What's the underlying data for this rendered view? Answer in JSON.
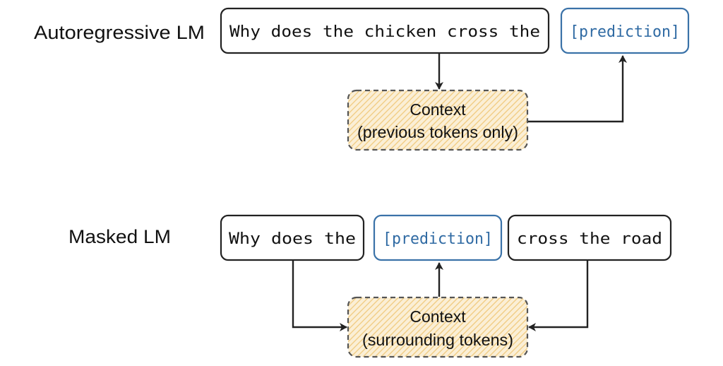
{
  "autoregressive": {
    "label": "Autoregressive LM",
    "input_text": "Why does the chicken cross the",
    "prediction": "[prediction]",
    "context_title": "Context",
    "context_subtitle": "(previous tokens only)"
  },
  "masked": {
    "label": "Masked LM",
    "left_text": "Why does the",
    "prediction": "[prediction]",
    "right_text": "cross the road",
    "context_title": "Context",
    "context_subtitle": "(surrounding tokens)"
  },
  "colors": {
    "prediction": "#2f6aa3",
    "context_fill": "#f5dca8"
  }
}
